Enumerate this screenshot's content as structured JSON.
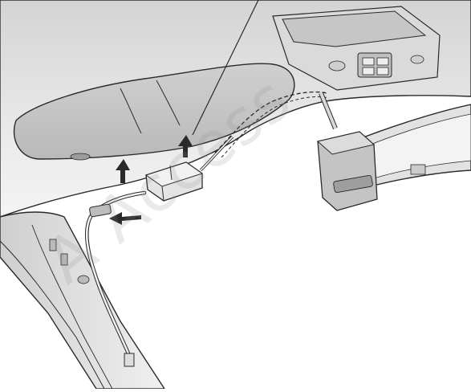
{
  "diagram": {
    "parts": {
      "headliner": "headliner-panel",
      "sun_visor": "sun-visor",
      "overhead_console": "overhead-console",
      "rearview_mirror": "rearview-mirror",
      "mirror_mount": "mirror-mount",
      "control_module": "control-module",
      "wire_harness": "wire-harness",
      "a_pillar": "a-pillar-trim"
    },
    "arrows_count": 3
  },
  "watermark": {
    "text": "A Access"
  },
  "colors": {
    "line": "#2a2a2a",
    "panel_light": "#e6e6e6",
    "panel_mid": "#cfcfcf",
    "panel_dark": "#a8a8a8",
    "watermark": "#8c8c8c"
  }
}
